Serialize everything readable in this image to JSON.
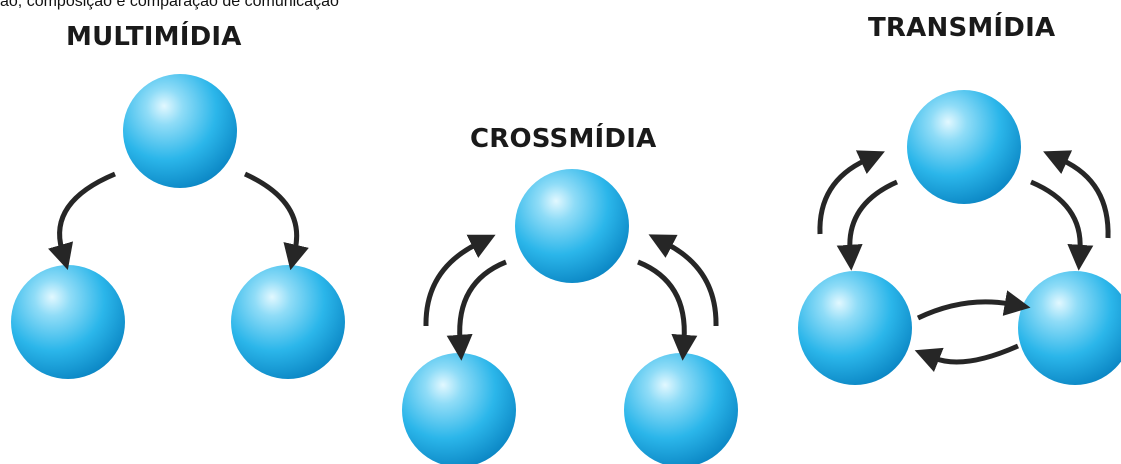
{
  "caption_fragment": "ão, composição e comparação de comunicação",
  "panels": {
    "multimidia": {
      "title": "MULTIMÍDIA"
    },
    "crossmidia": {
      "title": "CROSSMÍDIA"
    },
    "transmidia": {
      "title": "TRANSMÍDIA"
    }
  },
  "colors": {
    "sphere_light": "#d8f4ff",
    "sphere_mid": "#2bb6ea",
    "sphere_dark": "#0b86c4",
    "arrow": "#262626",
    "title": "#1a1a1a"
  }
}
